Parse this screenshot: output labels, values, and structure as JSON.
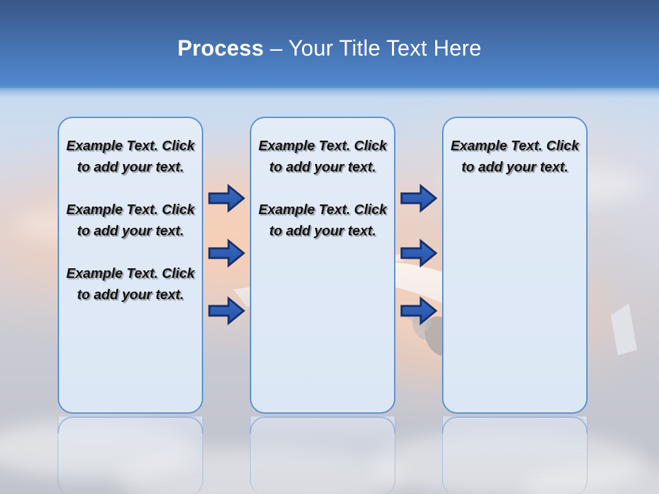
{
  "slide": {
    "title": {
      "bold_part": "Process",
      "rest_part": " – Your Title Text Here",
      "full": "Process – Your Title Text Here"
    },
    "background": {
      "description": "airplane-in-sunset-sky-photo",
      "header_color_top": "#3a578a",
      "header_color_bottom": "#5289cc",
      "title_color": "#ffffff"
    },
    "theme": {
      "box_fill": "#e0eaf6",
      "box_border": "#5b91ce",
      "arrow_fill": "#2f5fb5",
      "arrow_outline": "#17306b",
      "body_text_color": "#121212"
    },
    "boxes": [
      {
        "id": "box-1",
        "paragraphs": [
          "Example Text. Click  to add your text.",
          "Example Text. Click  to add your text.",
          "Example Text. Click  to add your text."
        ]
      },
      {
        "id": "box-2",
        "paragraphs": [
          "Example Text. Click  to add your text.",
          "Example Text. Click  to add your text."
        ]
      },
      {
        "id": "box-3",
        "paragraphs": [
          "Example Text. Click  to add your text."
        ]
      }
    ],
    "arrows": [
      {
        "id": "arrow-1-1",
        "column": "between-box-1-and-2",
        "row": 1,
        "direction": "right"
      },
      {
        "id": "arrow-1-2",
        "column": "between-box-1-and-2",
        "row": 2,
        "direction": "right"
      },
      {
        "id": "arrow-1-3",
        "column": "between-box-1-and-2",
        "row": 3,
        "direction": "right"
      },
      {
        "id": "arrow-2-1",
        "column": "between-box-2-and-3",
        "row": 1,
        "direction": "right"
      },
      {
        "id": "arrow-2-2",
        "column": "between-box-2-and-3",
        "row": 2,
        "direction": "right"
      },
      {
        "id": "arrow-2-3",
        "column": "between-box-2-and-3",
        "row": 3,
        "direction": "right"
      }
    ]
  }
}
